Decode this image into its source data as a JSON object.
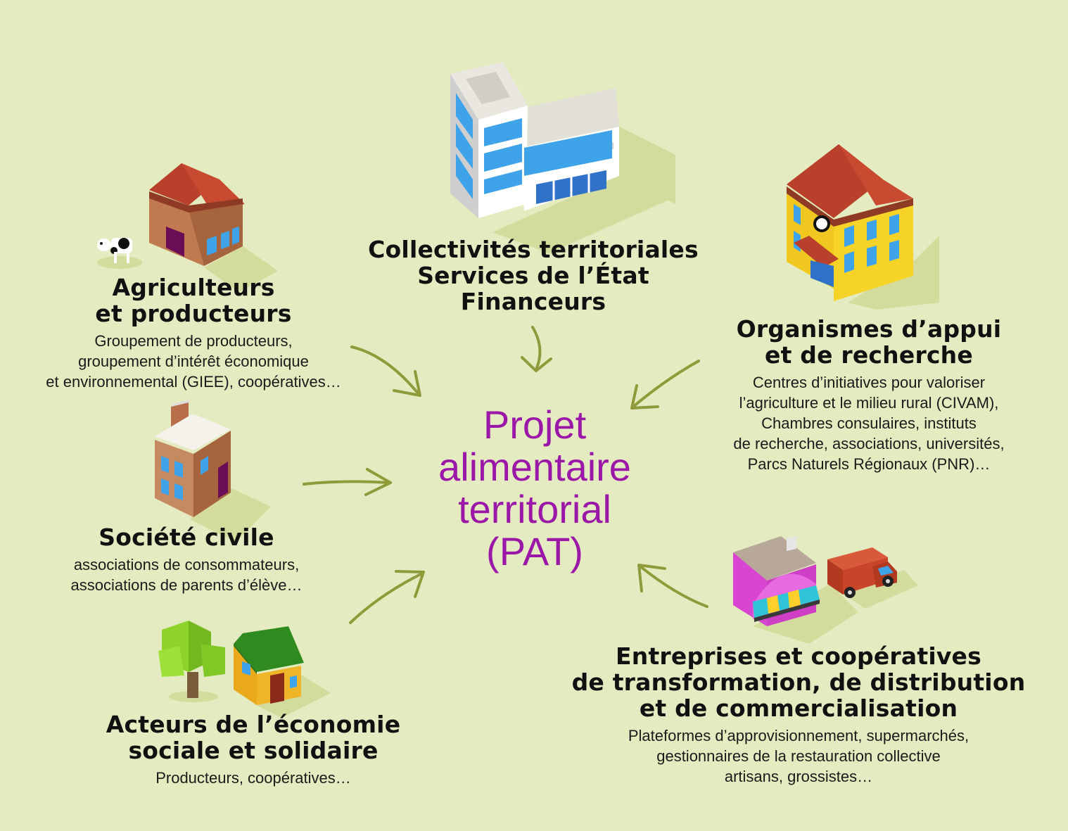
{
  "center": {
    "title": "Projet\nalimentaire\nterritorial\n(PAT)"
  },
  "actors": {
    "agriculteurs": {
      "title": "Agriculteurs\net producteurs",
      "subtitle": "Groupement de producteurs,\ngroupement d’intérêt économique\net environnemental (GIEE), coopératives…"
    },
    "collectivites": {
      "title": "Collectivités territoriales\nServices de l’État\nFinanceurs",
      "subtitle": ""
    },
    "organismes": {
      "title": "Organismes d’appui\net de recherche",
      "subtitle": "Centres d’initiatives pour valoriser\nl’agriculture et le milieu rural (CIVAM),\nChambres consulaires, instituts\nde recherche, associations, universités,\nParcs Naturels Régionaux (PNR)…"
    },
    "societe": {
      "title": "Société civile",
      "subtitle": "associations de consommateurs,\nassociations de parents d’élève…"
    },
    "ess": {
      "title": "Acteurs de l’économie\nsociale et solidaire",
      "subtitle": "Producteurs, coopératives…"
    },
    "entreprises": {
      "title": "Entreprises et coopératives\nde transformation, de distribution\net de commercialisation",
      "subtitle": "Plateformes d’approvisionnement, supermarchés,\ngestionnaires de la restauration collective\nartisans, grossistes…"
    }
  },
  "colors": {
    "background": "#e5ebc0",
    "center_text": "#9b17a8",
    "arrow": "#8f9a3a",
    "shadow": "#d3dc9c"
  }
}
